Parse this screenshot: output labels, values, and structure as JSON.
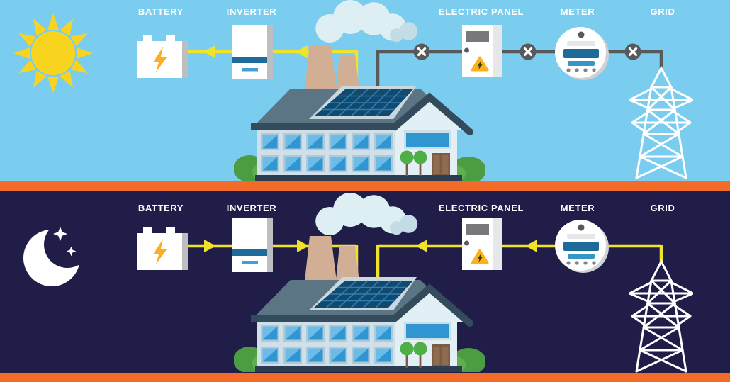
{
  "day": {
    "indicator_icon": "sun-icon",
    "labels": {
      "battery": "BATTERY",
      "inverter": "INVERTER",
      "electric_panel": "ELECTRIC PANEL",
      "meter": "METER",
      "grid": "GRID"
    },
    "grid_line_marker_icon": "x-mark-icon",
    "flow_arrow_icon": "arrow-left-icon"
  },
  "night": {
    "indicator_icon": "moon-icon",
    "labels": {
      "battery": "BATTERY",
      "inverter": "INVERTER",
      "electric_panel": "ELECTRIC PANEL",
      "meter": "METER",
      "grid": "GRID"
    },
    "flow_arrow_icons": [
      "arrow-right-icon",
      "arrow-left-icon"
    ]
  },
  "colors": {
    "day_sky": "#7BCDF0",
    "night_sky": "#211D49",
    "divider_orange": "#F26B29",
    "flow_yellow": "#F0E32C",
    "inactive_gray": "#58595B",
    "sun_yellow": "#F9D41F",
    "bolt_orange": "#FBAE24",
    "accent_blue": "#1E6B99",
    "light_blue": "#3596C8",
    "roof_slate": "#5C7585",
    "trim_dark": "#344B5C",
    "solar_panel_navy": "#12496F",
    "wall_light": "#CFE0EA",
    "chimney_tan": "#D2AE94",
    "bush_green": "#4C9C44",
    "label_text": "#FFFFFF"
  }
}
